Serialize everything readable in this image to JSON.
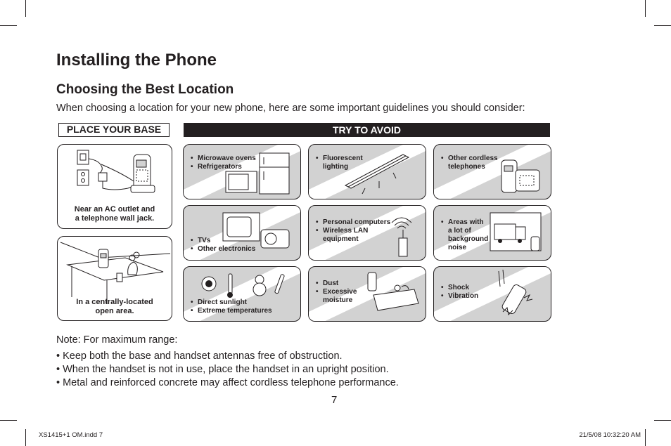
{
  "page": {
    "title": "Installing the Phone",
    "subtitle": "Choosing the Best Location",
    "intro": "When choosing a location for your new phone, here are some important guidelines you should consider:",
    "place_header": "PLACE YOUR BASE",
    "avoid_header": "TRY TO AVOID",
    "place": [
      {
        "caption_line1": "Near an AC outlet and",
        "caption_line2": "a telephone wall jack."
      },
      {
        "caption_line1": "In a centrally-located",
        "caption_line2": "open area."
      }
    ],
    "avoid": [
      {
        "items": [
          "Microwave ovens",
          "Refrigerators"
        ]
      },
      {
        "items": [
          "Fluorescent",
          "lighting"
        ]
      },
      {
        "items": [
          "Other cordless",
          "telephones"
        ]
      },
      {
        "items": [
          "TVs",
          "Other electronics"
        ]
      },
      {
        "items": [
          "Personal computers",
          "Wireless LAN",
          "equipment"
        ]
      },
      {
        "items": [
          "Areas with",
          "a lot of",
          "background",
          "noise"
        ]
      },
      {
        "items": [
          "Direct sunlight",
          "Extreme temperatures"
        ]
      },
      {
        "items": [
          "Dust",
          "Excessive",
          "moisture"
        ]
      },
      {
        "items": [
          "Shock",
          "Vibration"
        ]
      }
    ],
    "note": "Note:   For maximum range:",
    "bullets": [
      "• Keep both the base and handset antennas free of obstruction.",
      "• When the handset is not in use, place the handset in an upright position.",
      "• Metal and reinforced concrete may affect cordless telephone performance."
    ],
    "page_number": "7",
    "footer_left": "XS1415+1 OM.indd   7",
    "footer_right": "21/5/08   10:32:20 AM"
  }
}
